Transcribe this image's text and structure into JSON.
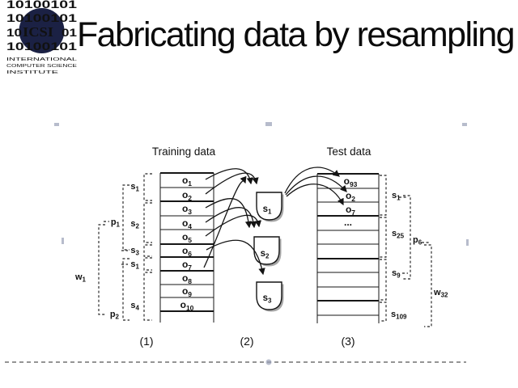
{
  "slide": {
    "title": "Fabricating data by resampling"
  },
  "logo": {
    "binary": "10100101",
    "binary_left": "10",
    "binary_right": "01",
    "acronym": "ICSI",
    "org_line1": "INTERNATIONAL",
    "org_line2": "COMPUTER SCIENCE",
    "org_line3": "INSTITUTE",
    "navy": "#1b2144"
  },
  "diagram": {
    "training_header": "Training data",
    "test_header": "Test data",
    "training_rows": [
      {
        "base": "o",
        "sub": "1"
      },
      {
        "base": "o",
        "sub": "2"
      },
      {
        "base": "o",
        "sub": "3"
      },
      {
        "base": "o",
        "sub": "4"
      },
      {
        "base": "o",
        "sub": "5"
      },
      {
        "base": "o",
        "sub": "6"
      },
      {
        "base": "o",
        "sub": "7"
      },
      {
        "base": "o",
        "sub": "8"
      },
      {
        "base": "o",
        "sub": "9"
      },
      {
        "base": "o",
        "sub": "10"
      }
    ],
    "test_rows": [
      {
        "base": "o",
        "sub": "93"
      },
      {
        "base": "o",
        "sub": "2"
      },
      {
        "base": "o",
        "sub": "7"
      },
      {
        "base": "...",
        "sub": ""
      }
    ],
    "pools": [
      {
        "base": "s",
        "sub": "1"
      },
      {
        "base": "s",
        "sub": "2"
      },
      {
        "base": "s",
        "sub": "3"
      }
    ],
    "left_labels": {
      "s1": {
        "base": "s",
        "sub": "1"
      },
      "s2": {
        "base": "s",
        "sub": "2"
      },
      "s3": {
        "base": "s",
        "sub": "3"
      },
      "s1b": {
        "base": "s",
        "sub": "1"
      },
      "s4": {
        "base": "s",
        "sub": "4"
      },
      "p1": {
        "base": "p",
        "sub": "1"
      },
      "p2": {
        "base": "p",
        "sub": "2"
      },
      "w1": {
        "base": "w",
        "sub": "1"
      }
    },
    "right_labels": {
      "s1": {
        "base": "s",
        "sub": "1"
      },
      "s25": {
        "base": "s",
        "sub": "25"
      },
      "s9": {
        "base": "s",
        "sub": "9"
      },
      "s109": {
        "base": "s",
        "sub": "109"
      },
      "p6": {
        "base": "p",
        "sub": "6"
      },
      "w32": {
        "base": "w",
        "sub": "32"
      }
    },
    "steps": [
      "(1)",
      "(2)",
      "(3)"
    ]
  }
}
